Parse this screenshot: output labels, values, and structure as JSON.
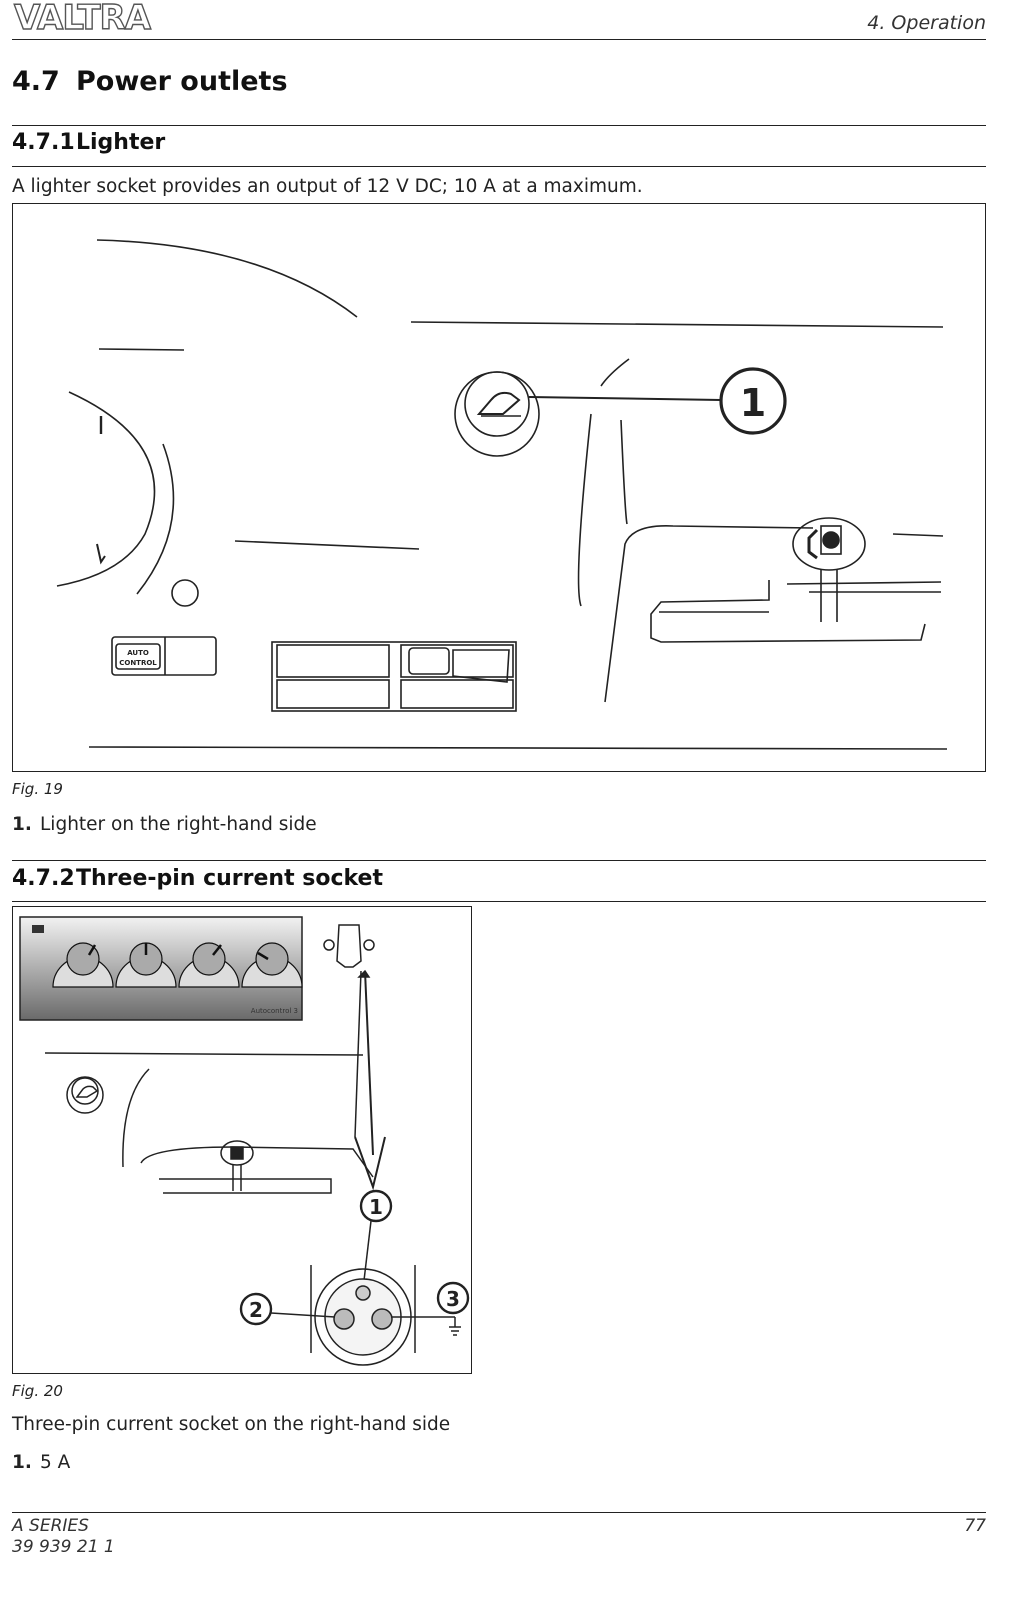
{
  "header": {
    "logo_text": "VALTRA",
    "section": "4. Operation"
  },
  "section": {
    "number": "4.7",
    "title": "Power outlets"
  },
  "lighter": {
    "number": "4.7.1",
    "title": "Lighter",
    "intro": "A lighter socket provides an output of 12 V DC; 10 A at a maximum.",
    "figure": {
      "caption": "Fig. 19",
      "callout": "1",
      "switch_text_1": "AUTO",
      "switch_text_2": "CONTROL"
    },
    "legend": [
      {
        "n": "1.",
        "text": "Lighter on the right-hand side"
      }
    ]
  },
  "socket": {
    "number": "4.7.2",
    "title": "Three-pin current socket",
    "figure": {
      "caption": "Fig. 20",
      "callouts": [
        "1",
        "2",
        "3"
      ],
      "panel_text": "Autocontrol 3"
    },
    "description": "Three-pin current socket on the right-hand side",
    "legend": [
      {
        "n": "1.",
        "text": "5 A"
      }
    ]
  },
  "footer": {
    "series": "A SERIES",
    "code": "39 939 21 1",
    "page": "77"
  }
}
